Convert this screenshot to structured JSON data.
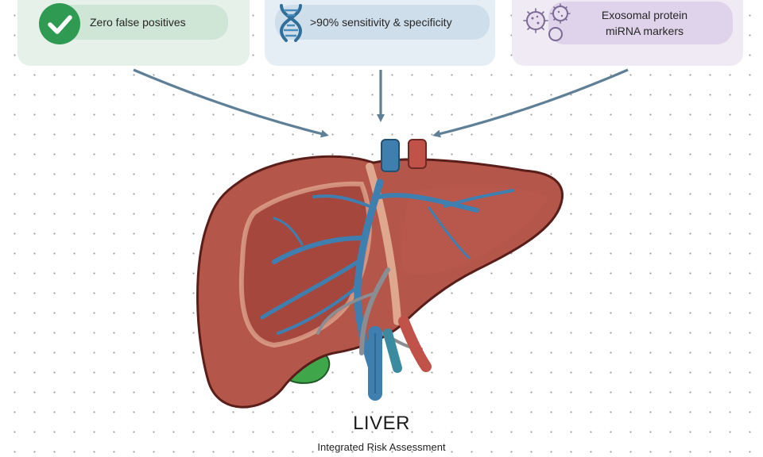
{
  "cards": [
    {
      "label": "Zero false positives",
      "icon": "checkmark-circle-icon",
      "color": "#2e9a52"
    },
    {
      "label": ">90% sensitivity & specificity",
      "icon": "dna-helix-icon",
      "color": "#2f6f9a"
    },
    {
      "label_lines": [
        "Exosomal protein",
        "miRNA markers"
      ],
      "icon": "exosome-vesicles-icon",
      "color": "#8a7aa3"
    }
  ],
  "diagram": {
    "title": "LIVER",
    "subtitle": "Integrated Risk Assessment"
  },
  "colors": {
    "arrow": "#5f7f97",
    "liver": "#b5564a",
    "vein": "#3f7fb0",
    "artery": "#c0524a"
  }
}
